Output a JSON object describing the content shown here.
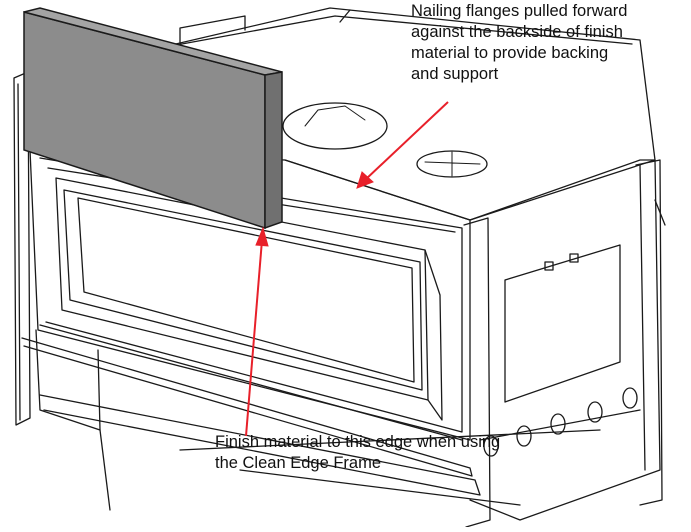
{
  "callouts": {
    "nailing_flanges": {
      "lines": [
        "Nailing flanges pulled forward",
        "against the backside of finish",
        "material to provide backing",
        "and support"
      ]
    },
    "finish_material": {
      "lines": [
        "Finish material to this edge when using",
        "the Clean Edge Frame"
      ]
    }
  },
  "colors": {
    "arrow": "#e8202a",
    "finish_panel": "#8c8c8c",
    "line_art": "#1a1a1a"
  }
}
